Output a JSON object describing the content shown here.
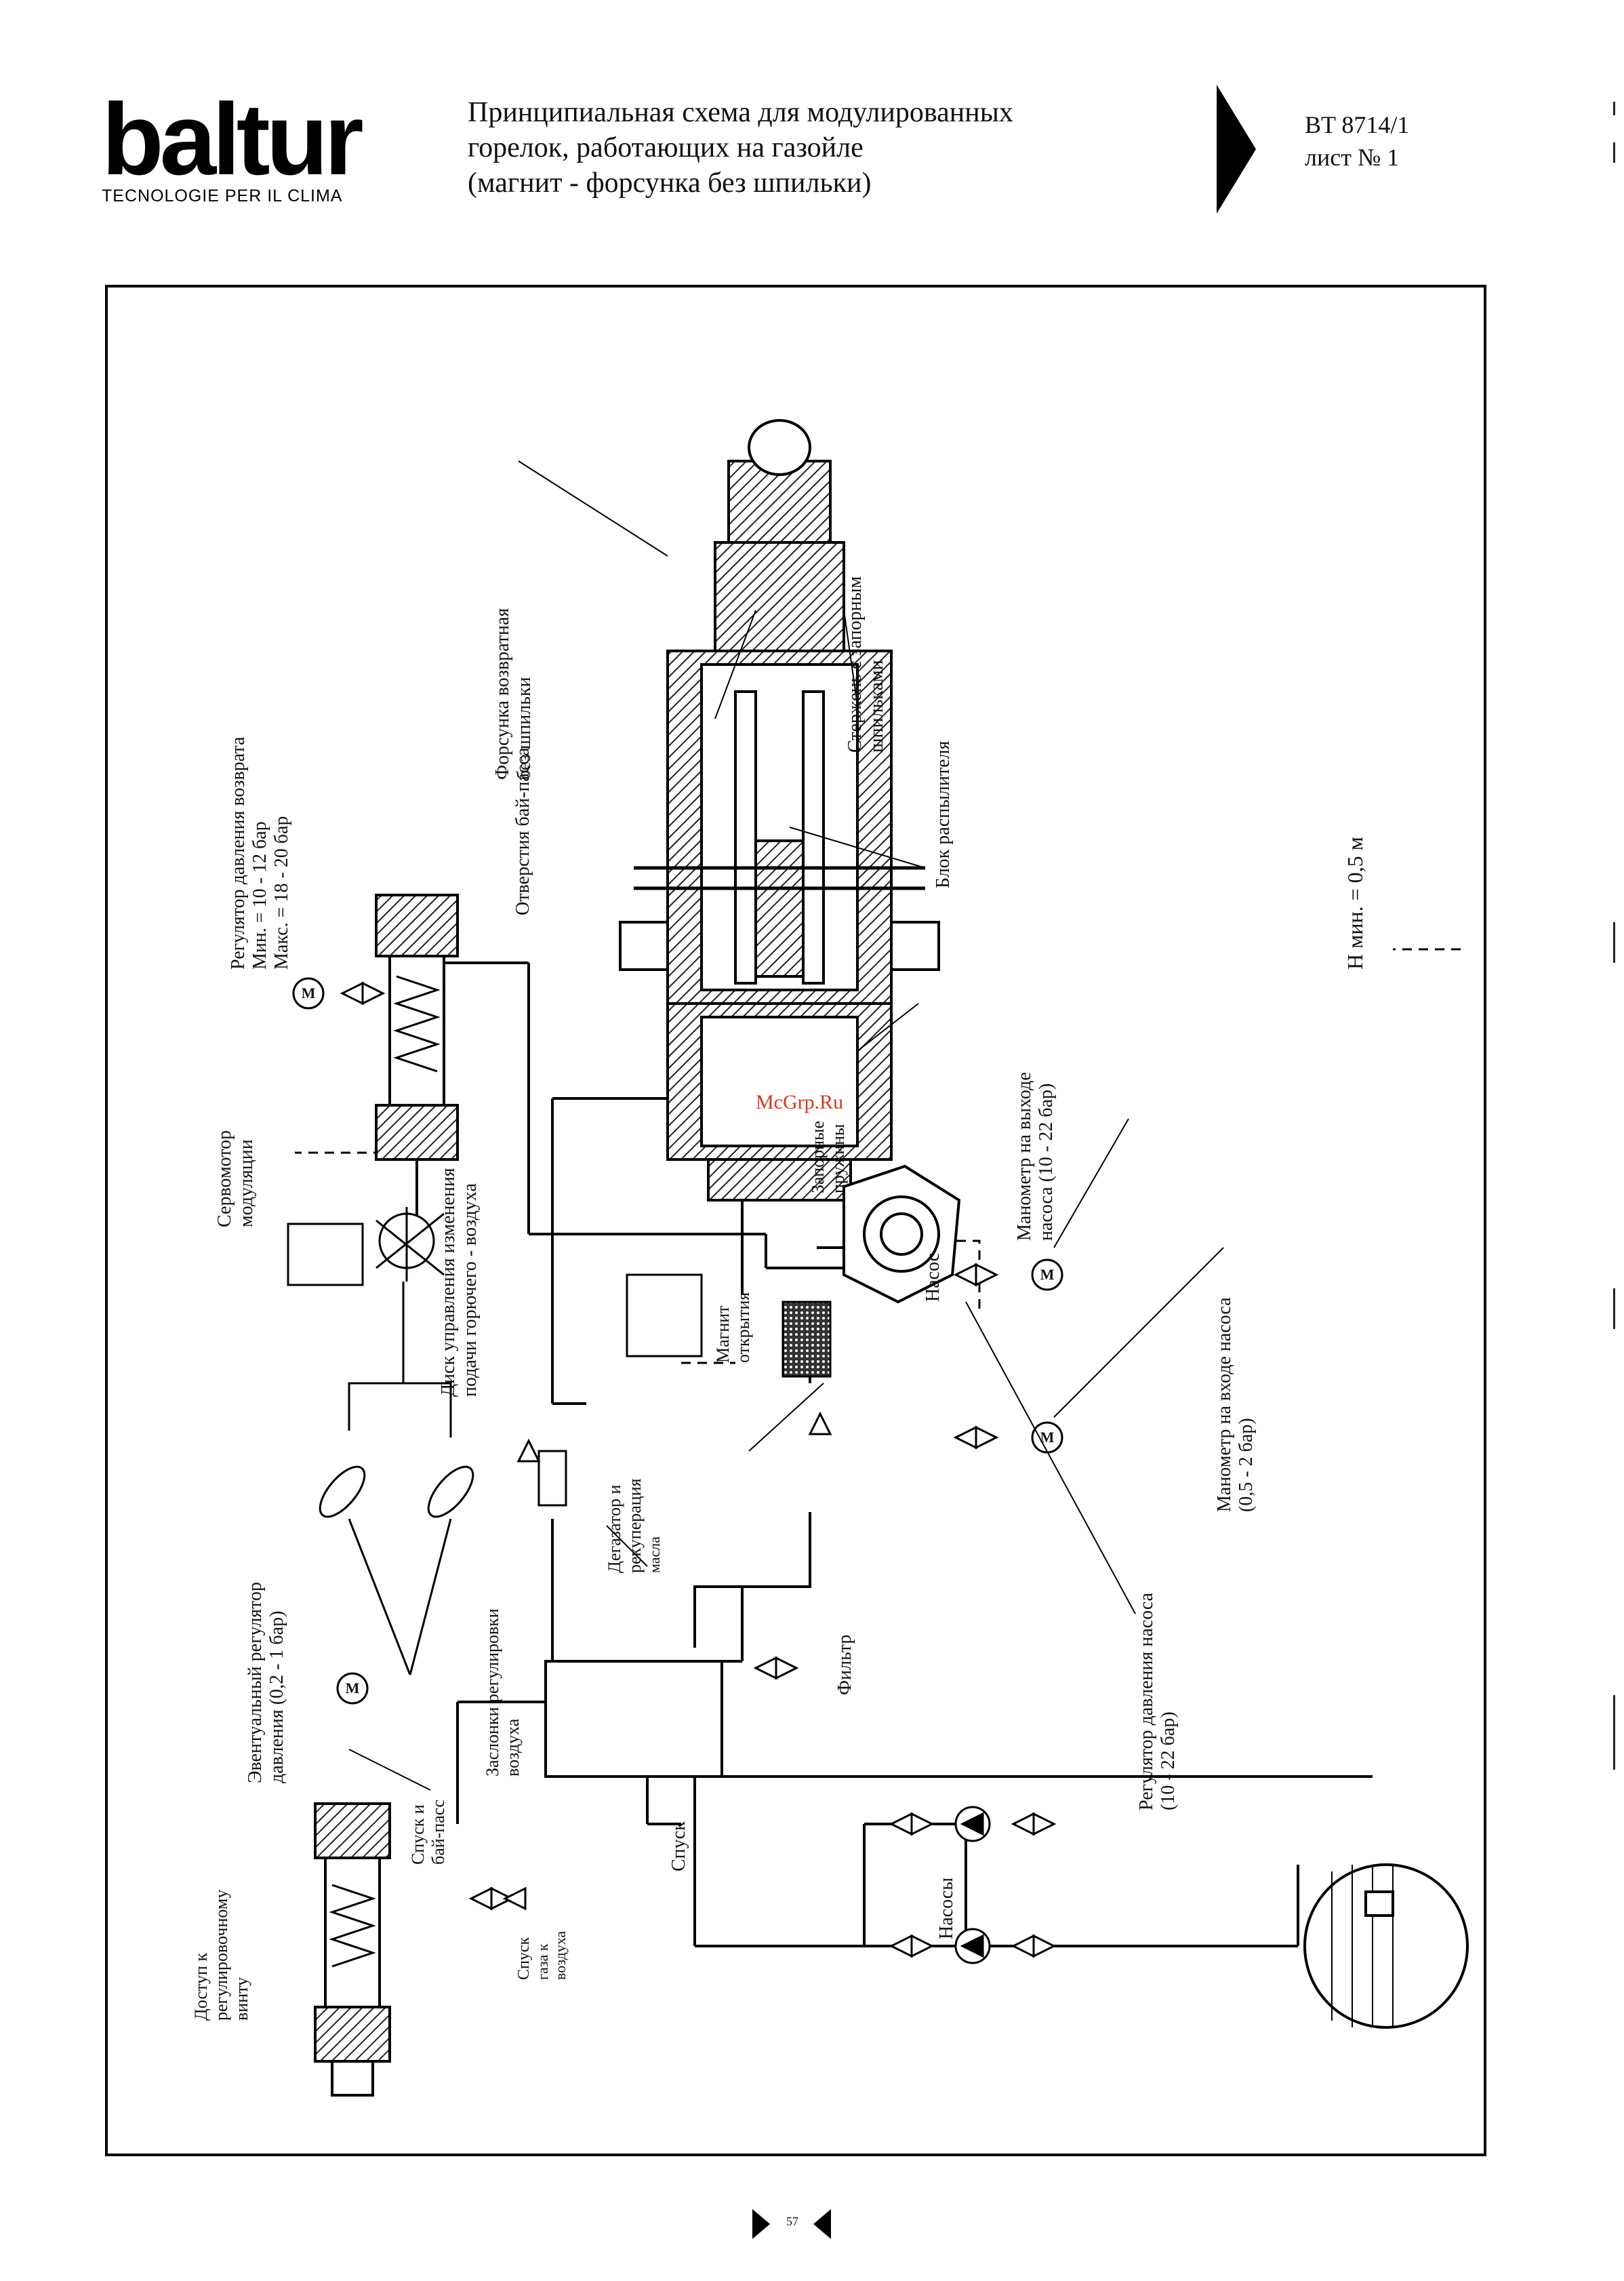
{
  "header": {
    "logo_text": "baltur",
    "logo_tagline": "TECNOLOGIE PER IL CLIMA",
    "title_lines": [
      "Принципиальная схема для модулированных",
      "горелок, работающих на газойле",
      "(магнит - форсунка без шпильки)"
    ],
    "doc_code": "BT 8714/1",
    "sheet": "лист № 1"
  },
  "labels": {
    "nozzle": [
      "Форсунка возвратная",
      "без шпильки"
    ],
    "rods": [
      "Стержень с запорным",
      "шпильками"
    ],
    "bypass_holes": "Отверстия бай-пасса",
    "sprayer_block": "Блок распылителя",
    "return_regulator": [
      "Регулятор давления возврата",
      "Мин. = 10 - 12 бар",
      "Макс. = 18 - 20 бар"
    ],
    "servomotor": [
      "Сервомотор",
      "модуляции"
    ],
    "fuel_disc": [
      "Диск управления изменения",
      "подачи горючего - воздуха"
    ],
    "closing_springs": [
      "Запорные",
      "пружины"
    ],
    "open_magnet": [
      "Магнит",
      "открытия"
    ],
    "gauge_outlet": [
      "Манометр на выходе",
      "насоса (10 - 22 бар)"
    ],
    "h_min": "H мин. = 0,5 м",
    "gauge_inlet": [
      "Манометр на входе насоса",
      "(0,5 - 2 бар)"
    ],
    "pump": "Насос",
    "pump_regulator": [
      "Регулятор давления насоса",
      "(10 - 22 бар)"
    ],
    "filter": "Фильтр",
    "degasser": [
      "Дегазатор и",
      "рекуперация",
      "масла"
    ],
    "air_dampers": [
      "Заслонки регулировки",
      "воздуха"
    ],
    "possible_regulator": [
      "Эвентуальный регулятор",
      "давления (0,2 - 1 бар)"
    ],
    "drain_bypass": [
      "Спуск и",
      "бай-пасс"
    ],
    "drain": "Спуск",
    "drain_air": [
      "Спуск",
      "газа к",
      "воздуха"
    ],
    "access": [
      "Доступ к",
      "регулировочному",
      "винту"
    ],
    "pumps": "Насосы",
    "motor": "M",
    "watermark": "McGrp.Ru",
    "page_number": "57"
  }
}
